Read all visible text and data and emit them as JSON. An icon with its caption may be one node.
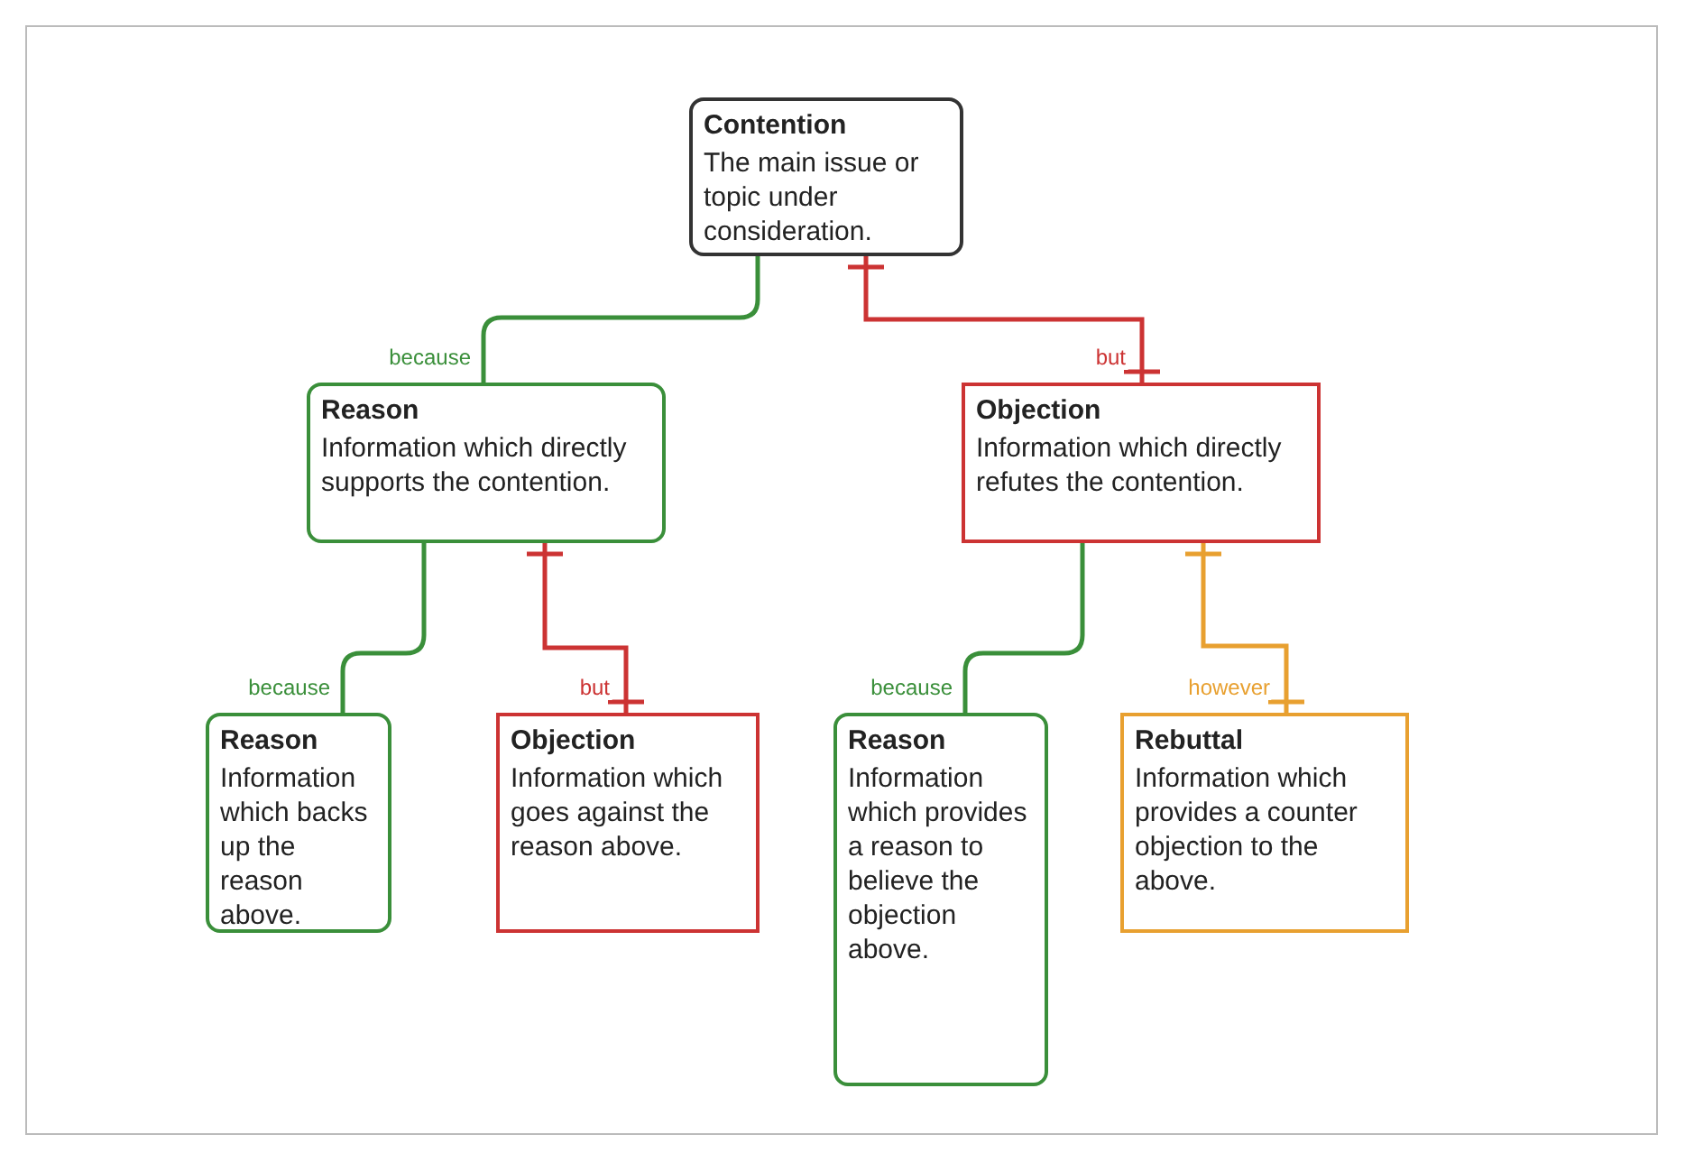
{
  "diagram": {
    "nodes": [
      {
        "text": [
          "Contention",
          "The main issue or topic under consideration."
        ]
      },
      {
        "text": [
          "Reason",
          "Information which directly supports the contention."
        ]
      },
      {
        "text": [
          "Objection",
          "Information which directly  refutes the contention."
        ]
      },
      {
        "text": [
          "Reason",
          "Information which backs up the reason above."
        ]
      },
      {
        "text": [
          "Objection",
          "Information which goes against the reason above."
        ]
      },
      {
        "text": [
          "Reason",
          "Information which provides a reason to believe the objection above."
        ]
      },
      {
        "text": [
          "Rebuttal",
          "Information which provides a counter objection to the above."
        ]
      }
    ],
    "edges": [
      {
        "from": 0,
        "to": 1,
        "arrow": "none",
        "label": "because"
      },
      {
        "from": 0,
        "to": 2,
        "arrow": "other",
        "label": "but",
        "color": "#cc3333"
      },
      {
        "from": 1,
        "to": 3,
        "arrow": "none",
        "label": "because"
      },
      {
        "from": 1,
        "to": 4,
        "arrow": "other",
        "label": "but",
        "color": "#cc3333"
      },
      {
        "from": 2,
        "to": 5,
        "arrow": "none",
        "label": "because"
      },
      {
        "from": 2,
        "to": 6,
        "arrow": "other",
        "label": "however",
        "color": "#e8a030"
      }
    ]
  }
}
